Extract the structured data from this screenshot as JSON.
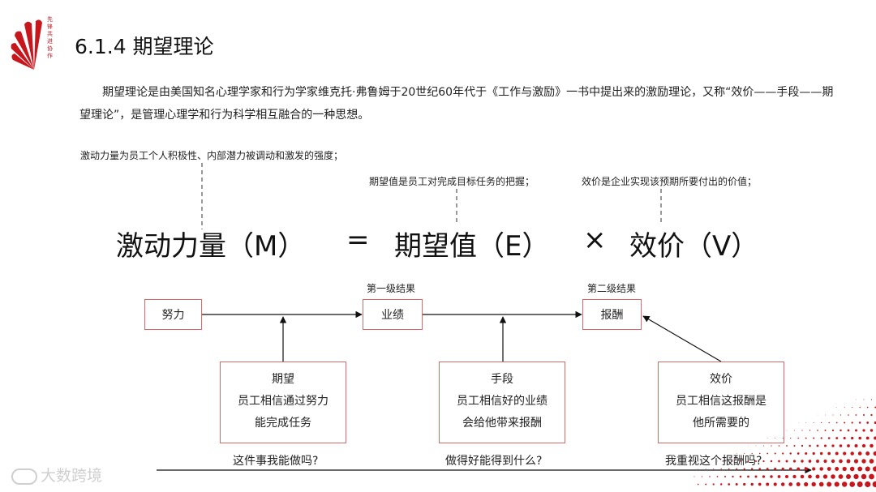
{
  "header": {
    "title": "6.1.4 期望理论",
    "logo_text": "先锋 共 进 协 作"
  },
  "intro": "期望理论是由美国知名心理学家和行为学家维克托·弗鲁姆于20世纪60年代于《工作与激励》一书中提出来的激励理论，又称“效价——手段——期望理论”，是管理心理学和行为科学相互融合的一种思想。",
  "notes": {
    "motivation": "激动力量为员工个人积极性、内部潜力被调动和激发的强度；",
    "expectancy": "期望值是员工对完成目标任务的把握；",
    "valence": "效价是企业实现该预期所要付出的价值；"
  },
  "formula": {
    "m": "激动力量（M）",
    "eq": "=",
    "e": "期望值（E）",
    "times": "×",
    "v": "效价（V）"
  },
  "flow": {
    "effort": "努力",
    "performance": "业绩",
    "reward": "报酬",
    "level1": "第一级结果",
    "level2": "第二级结果"
  },
  "factors": [
    {
      "title": "期望",
      "line1": "员工相信通过努力",
      "line2": "能完成任务",
      "question": "这件事我能做吗?"
    },
    {
      "title": "手段",
      "line1": "员工相信好的业绩",
      "line2": "会给他带来报酬",
      "question": "做得好能得到什么?"
    },
    {
      "title": "效价",
      "line1": "员工相信这报酬是",
      "line2": "他所需要的",
      "question": "我重视这个报酬吗?"
    }
  ],
  "watermark": "大数跨境",
  "colors": {
    "accent": "#c8161d",
    "box_border": "#d46a6a"
  }
}
